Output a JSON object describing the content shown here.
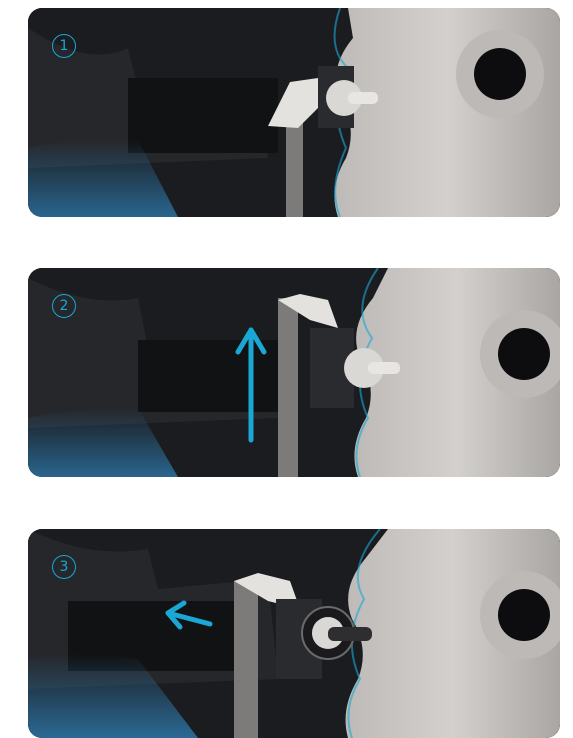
{
  "theme": {
    "accent": "#1aa7d6",
    "panel_background": "#1b1c1f",
    "bumper_color": "#c9c6c3"
  },
  "steps": [
    {
      "number": "1",
      "arrow": null
    },
    {
      "number": "2",
      "arrow": "up-arrow-icon"
    },
    {
      "number": "3",
      "arrow": "left-arrow-icon"
    }
  ]
}
